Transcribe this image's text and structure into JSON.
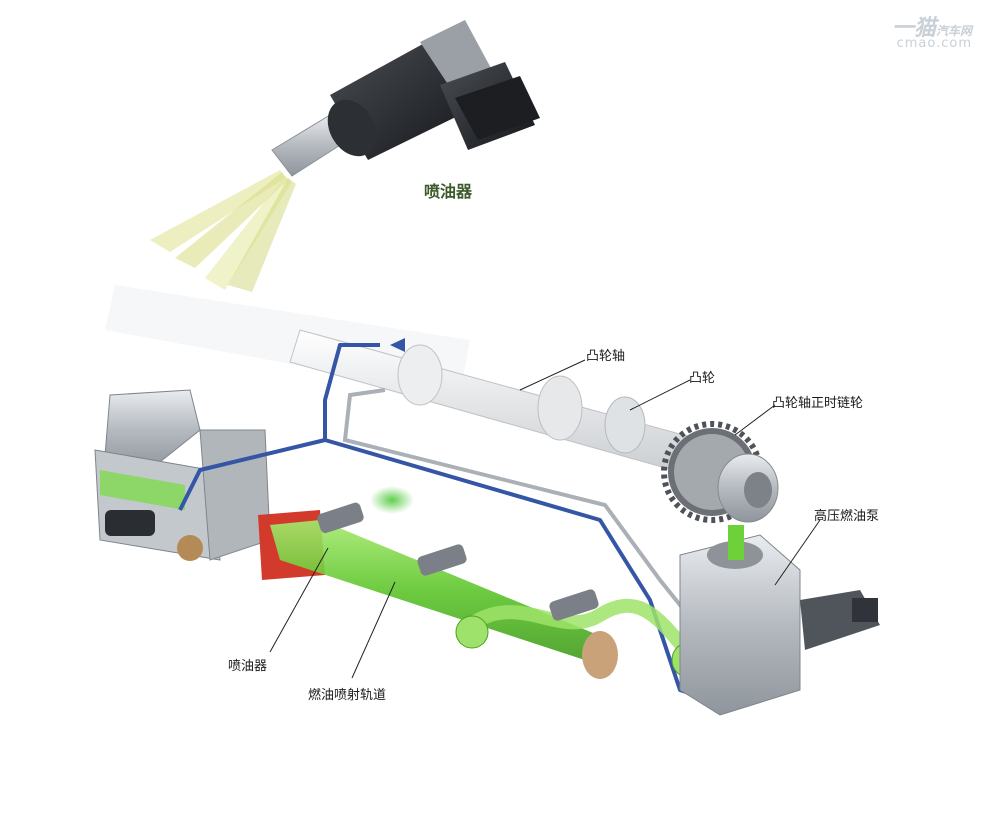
{
  "labels": {
    "injector_top": "喷油器",
    "camshaft": "凸轮轴",
    "cam": "凸轮",
    "timing_sprocket": "凸轮轴正时链轮",
    "hp_pump": "高压燃油泵",
    "injector_bottom": "喷油器",
    "fuel_rail": "燃油喷射轨道"
  },
  "watermark": {
    "brand": "一猫",
    "brand_sub": "汽车网",
    "domain": "cmao.com"
  },
  "colors": {
    "fuel_green": "#6fd13a",
    "low_pressure_blue": "#3556a6",
    "metal": "#b9bec4",
    "injector_body": "#2a2d31",
    "spray": "#d8dc78",
    "label_green": "#3d5a2a"
  }
}
